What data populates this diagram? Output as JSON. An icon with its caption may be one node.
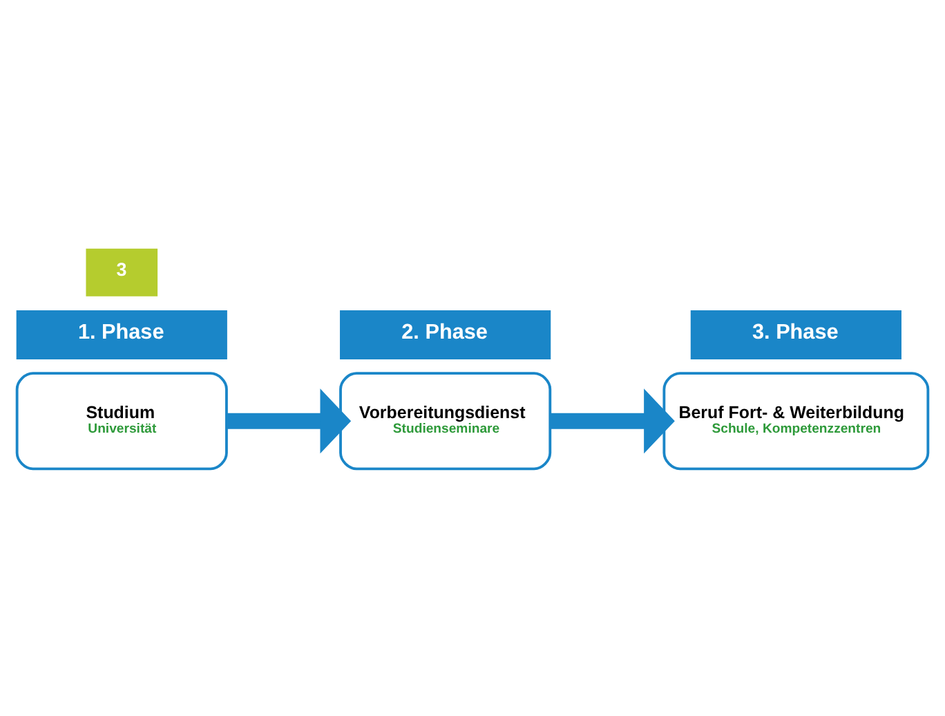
{
  "diagram": {
    "nodes": [
      {
        "text": [
          "1. Phase"
        ]
      },
      {
        "text": [
          "Studium",
          "Universität"
        ]
      },
      {
        "text": [
          "2. Phase"
        ]
      },
      {
        "text": [
          "Vorbereitungsdienst",
          "Studienseminare"
        ]
      },
      {
        "text": [
          "3. Phase"
        ]
      },
      {
        "text": [
          "Beruf Fort- & Weiterbildung",
          "Schule, Kompetenzzentren"
        ]
      }
    ],
    "edges": [
      {
        "from": 1,
        "to": 3,
        "arrow": "to"
      },
      {
        "from": 3,
        "to": 5,
        "arrow": "to"
      }
    ],
    "labels": [
      "3"
    ]
  }
}
